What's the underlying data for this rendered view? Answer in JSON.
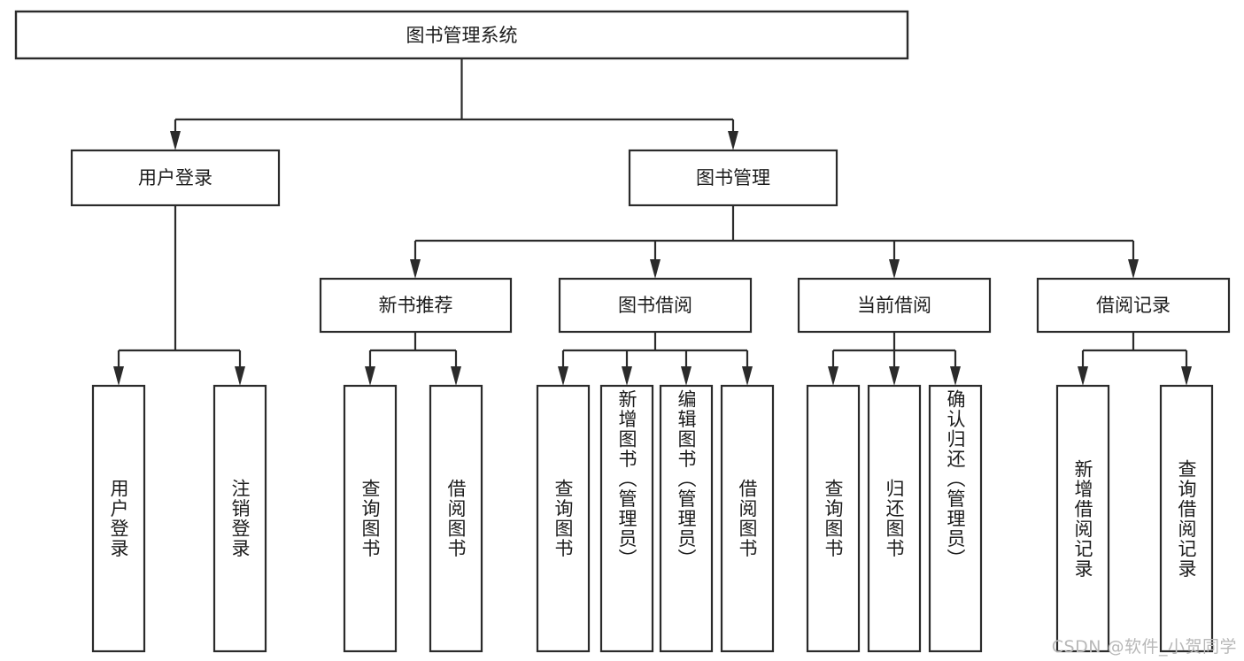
{
  "diagram": {
    "type": "tree-hierarchy-functional-decomposition",
    "title": "图书管理系统",
    "watermark": "CSDN @软件_小贺同学",
    "colors": {
      "stroke": "#2b2b2b",
      "fill": "#ffffff",
      "text": "#1c1c1c",
      "watermark": "#b8b8b8",
      "background": "#ffffff"
    },
    "levels": {
      "root": {
        "label": "图书管理系统"
      },
      "level2": [
        {
          "id": "user-login",
          "label": "用户登录"
        },
        {
          "id": "book-management",
          "label": "图书管理"
        }
      ],
      "level3": [
        {
          "id": "new-book-recommend",
          "label": "新书推荐",
          "parent": "book-management"
        },
        {
          "id": "book-borrow",
          "label": "图书借阅",
          "parent": "book-management"
        },
        {
          "id": "current-borrow",
          "label": "当前借阅",
          "parent": "book-management"
        },
        {
          "id": "borrow-record",
          "label": "借阅记录",
          "parent": "book-management"
        }
      ],
      "leaves": [
        {
          "id": "leaf-user-login",
          "label": "用户登录",
          "parent": "user-login"
        },
        {
          "id": "leaf-logout-login",
          "label": "注销登录",
          "parent": "user-login"
        },
        {
          "id": "leaf-query-book-1",
          "label": "查询图书",
          "parent": "new-book-recommend"
        },
        {
          "id": "leaf-borrow-book-1",
          "label": "借阅图书",
          "parent": "new-book-recommend"
        },
        {
          "id": "leaf-query-book-2",
          "label": "查询图书",
          "parent": "book-borrow"
        },
        {
          "id": "leaf-add-book",
          "label": "新增图书（管理员）",
          "parent": "book-borrow"
        },
        {
          "id": "leaf-edit-book",
          "label": "编辑图书（管理员）",
          "parent": "book-borrow"
        },
        {
          "id": "leaf-borrow-book-2",
          "label": "借阅图书",
          "parent": "book-borrow"
        },
        {
          "id": "leaf-query-book-3",
          "label": "查询图书",
          "parent": "current-borrow"
        },
        {
          "id": "leaf-return-book",
          "label": "归还图书",
          "parent": "current-borrow"
        },
        {
          "id": "leaf-confirm-return",
          "label": "确认归还（管理员）",
          "parent": "current-borrow"
        },
        {
          "id": "leaf-add-record",
          "label": "新增借阅记录",
          "parent": "borrow-record"
        },
        {
          "id": "leaf-query-record",
          "label": "查询借阅记录",
          "parent": "borrow-record"
        }
      ]
    }
  }
}
